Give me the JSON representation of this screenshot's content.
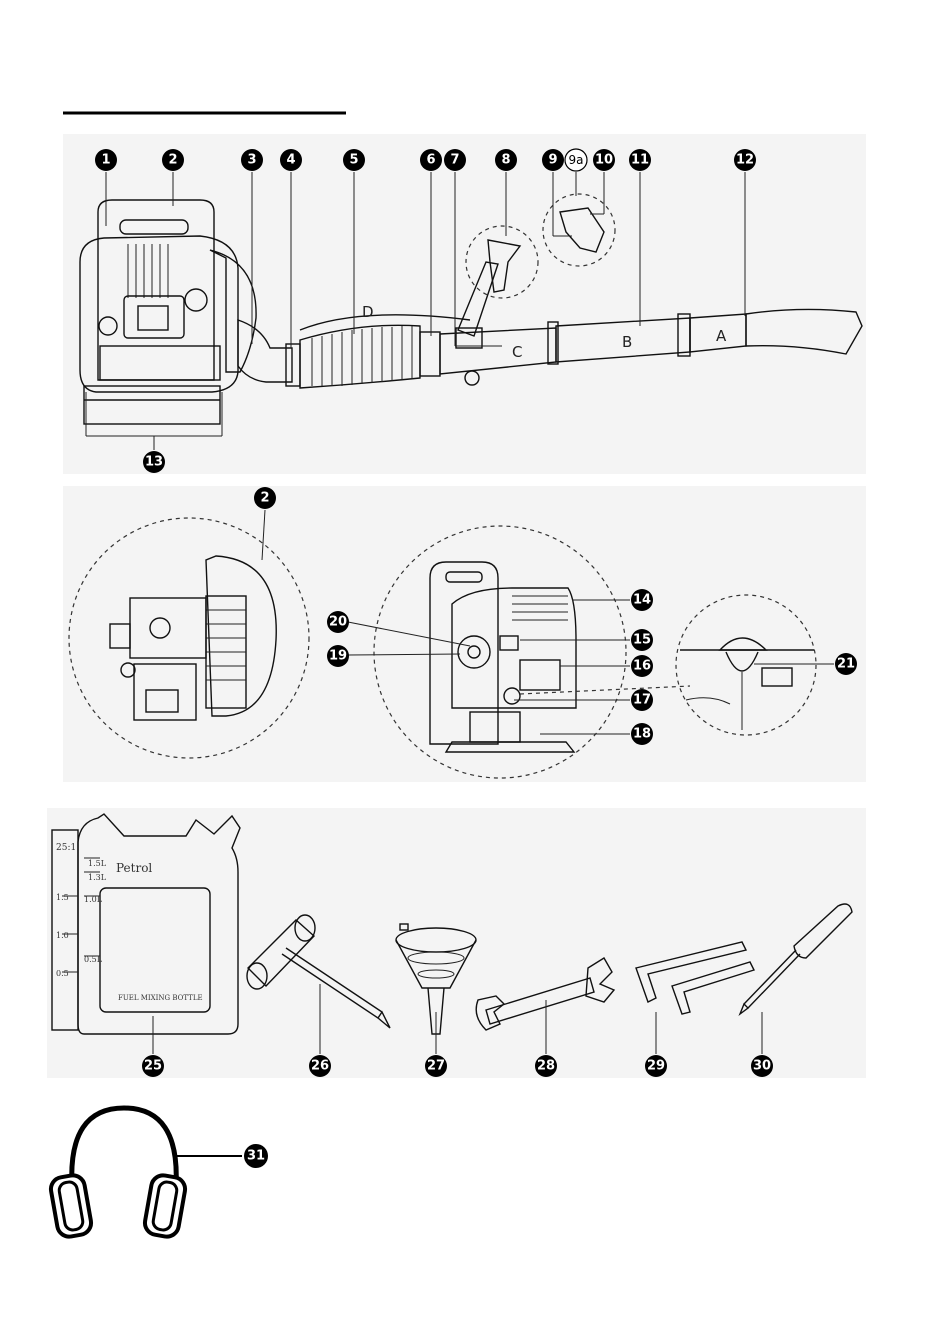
{
  "header": {
    "title": ""
  },
  "callouts": {
    "c1": "1",
    "c2": "2",
    "c3": "3",
    "c4": "4",
    "c5": "5",
    "c6": "6",
    "c7": "7",
    "c8": "8",
    "c9": "9",
    "c9a": "9a",
    "c10": "10",
    "c11": "11",
    "c12": "12",
    "c13": "13",
    "c2b": "2",
    "c14": "14",
    "c15": "15",
    "c16": "16",
    "c17": "17",
    "c18": "18",
    "c19": "19",
    "c20": "20",
    "c21": "21",
    "c25": "25",
    "c26": "26",
    "c27": "27",
    "c28": "28",
    "c29": "29",
    "c30": "30",
    "c31": "31"
  },
  "tube_sections": {
    "a": "A",
    "b": "B",
    "c": "C",
    "d": "D"
  },
  "fuel_bottle": {
    "ratio": "25:1",
    "brand": "Petrol",
    "label": "FUEL MIXING BOTTLE",
    "marks_right": [
      "1.5L",
      "1.3L",
      "1.0L",
      "0.5L"
    ],
    "marks_left": [
      "1.5",
      "1.0",
      "0.5"
    ]
  }
}
